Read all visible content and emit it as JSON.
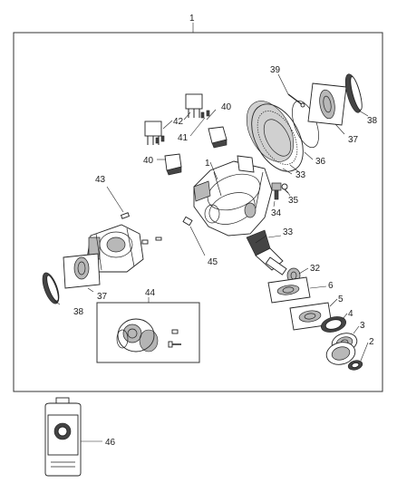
{
  "callouts": {
    "c1_top": "1",
    "c1_mid": "1",
    "c2": "2",
    "c3": "3",
    "c4": "4",
    "c5": "5",
    "c6": "6",
    "c32": "32",
    "c33_upper": "33",
    "c33_lower": "33",
    "c34": "34",
    "c35": "35",
    "c36": "36",
    "c37_right": "37",
    "c37_left": "37",
    "c38_right": "38",
    "c38_left": "38",
    "c39": "39",
    "c40_upper": "40",
    "c40_lower": "40",
    "c41": "41",
    "c42": "42",
    "c43": "43",
    "c44": "44",
    "c45": "45",
    "c46": "46"
  },
  "icons": {
    "bottle_logo": "mopar-logo-icon"
  }
}
